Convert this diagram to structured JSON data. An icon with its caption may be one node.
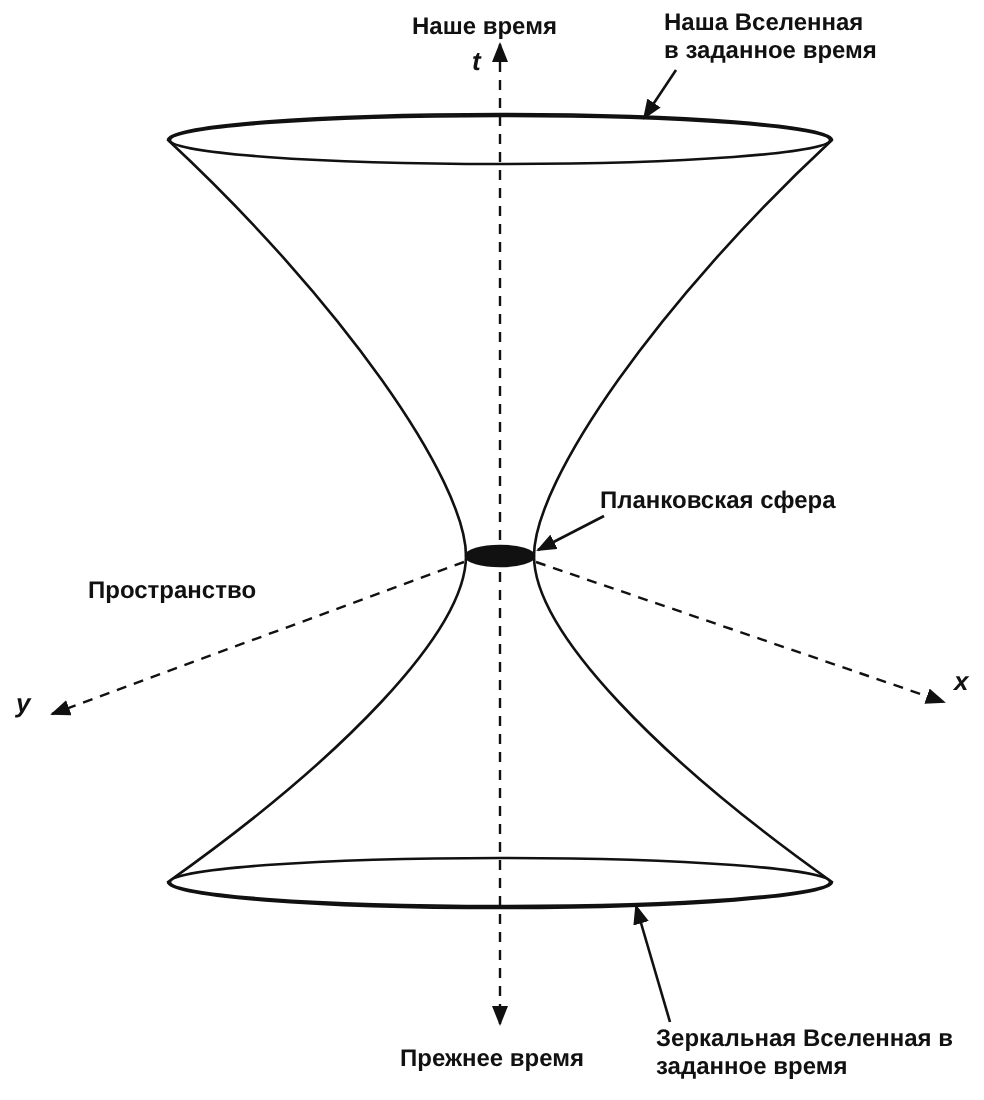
{
  "diagram": {
    "nodes": [
      {
        "text": [
          "Наша Вселенная в заданное время"
        ]
      },
      {
        "text": [],
        "shape": "ellipse"
      },
      {
        "text": [
          "Планковская сфера"
        ]
      },
      {
        "text": [],
        "shape": "ellipse"
      },
      {
        "text": [
          "Зеркальная Вселенная в заданное время"
        ]
      },
      {
        "text": [],
        "shape": "ellipse"
      }
    ],
    "edges": [
      {
        "from": 0,
        "to": 1,
        "arrow": "to"
      },
      {
        "from": 2,
        "to": 3,
        "arrow": "to"
      },
      {
        "from": 4,
        "to": 5,
        "arrow": "to"
      }
    ],
    "labels": [
      "Наше время",
      "t",
      "Пространство",
      "y",
      "x",
      "Прежнее время"
    ]
  }
}
